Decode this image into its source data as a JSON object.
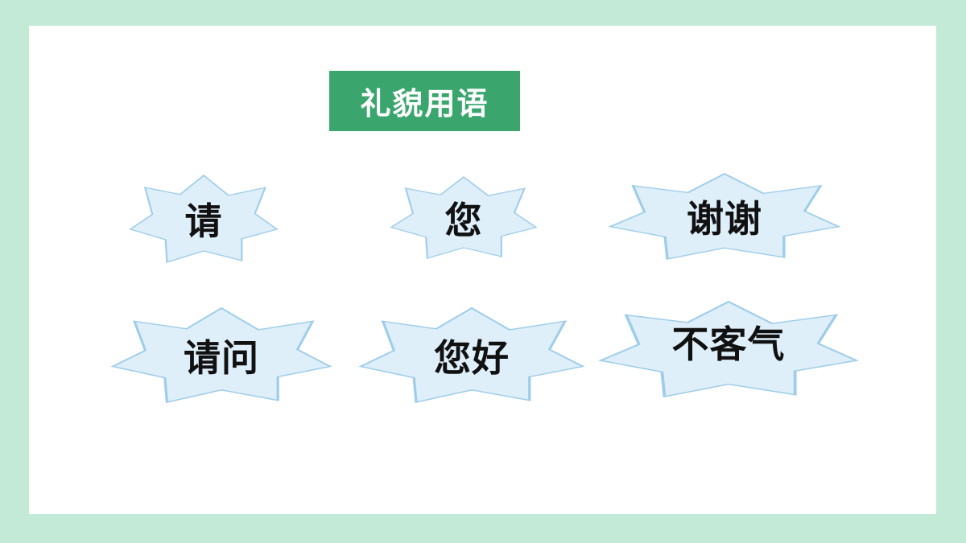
{
  "slide": {
    "title": "礼貌用语",
    "phrases": [
      "请",
      "您",
      "谢谢",
      "请问",
      "您好",
      "不客气"
    ]
  },
  "colors": {
    "outer_background": "#c2ead7",
    "slide_background": "#ffffff",
    "title_background": "#3aa56d",
    "title_text": "#ffffff",
    "star_fill": "#deeffa",
    "star_stroke": "#9fcde9",
    "phrase_text": "#111111"
  },
  "icons": {
    "phrase_shape": "star-burst-icon"
  }
}
